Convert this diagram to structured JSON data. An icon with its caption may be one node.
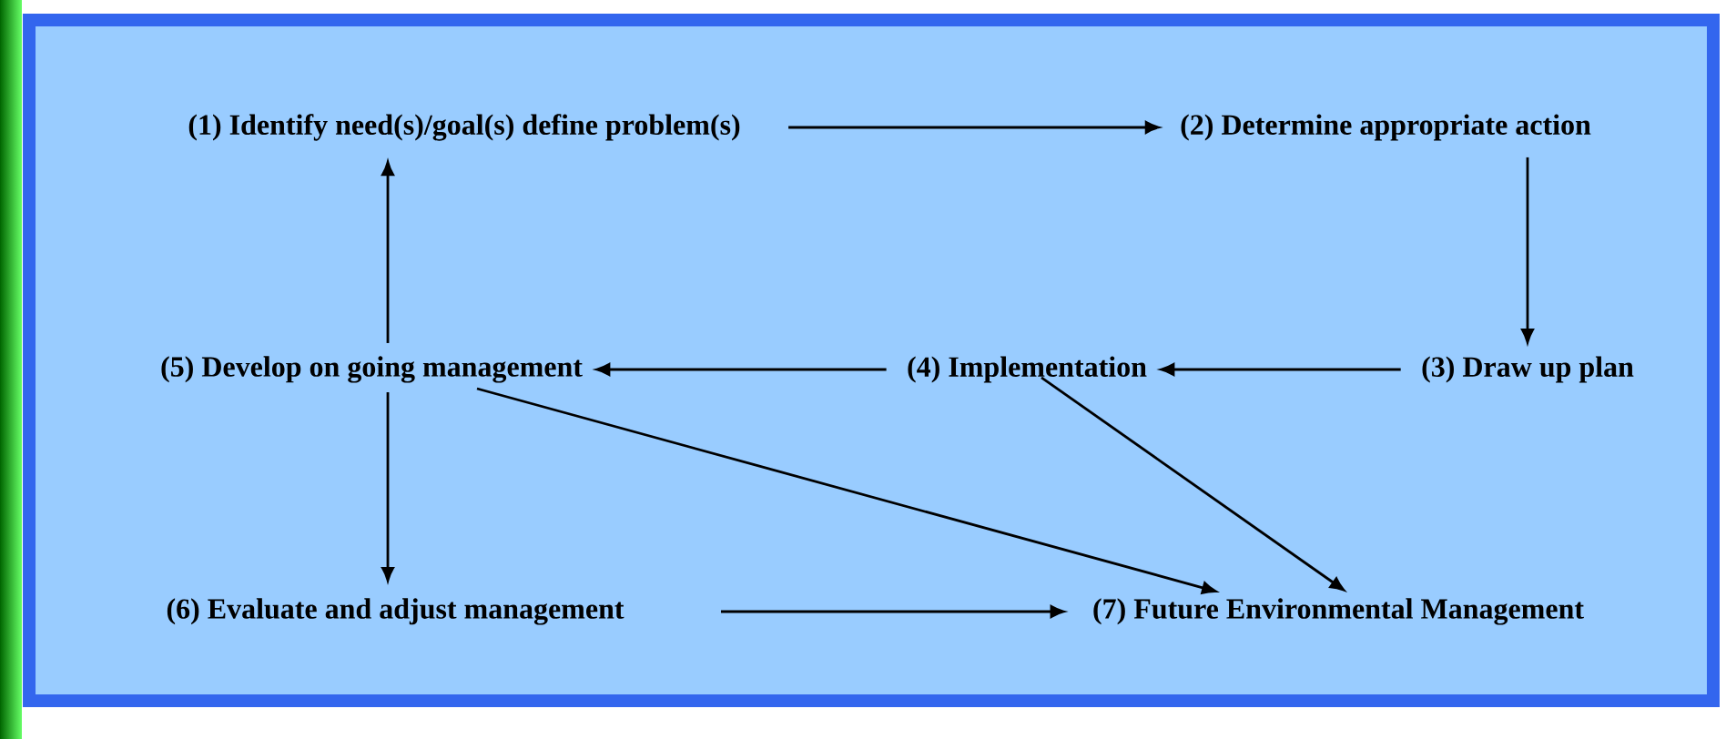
{
  "diagram": {
    "nodes": [
      {
        "text": [
          "(1) Identify need(s)/goal(s) define problem(s)"
        ]
      },
      {
        "text": [
          "(2) Determine appropriate action"
        ]
      },
      {
        "text": [
          "(3) Draw up plan"
        ]
      },
      {
        "text": [
          "(4) Implementation"
        ]
      },
      {
        "text": [
          "(5) Develop on going management"
        ]
      },
      {
        "text": [
          "(6) Evaluate and adjust management"
        ]
      },
      {
        "text": [
          "(7) Future Environmental Management"
        ]
      }
    ],
    "edges": [
      {
        "from": 0,
        "to": 1,
        "arrow": "to"
      },
      {
        "from": 1,
        "to": 2,
        "arrow": "to"
      },
      {
        "from": 2,
        "to": 3,
        "arrow": "to"
      },
      {
        "from": 3,
        "to": 4,
        "arrow": "to"
      },
      {
        "from": 4,
        "to": 0,
        "arrow": "to"
      },
      {
        "from": 4,
        "to": 5,
        "arrow": "to"
      },
      {
        "from": 4,
        "to": 6,
        "arrow": "to"
      },
      {
        "from": 3,
        "to": 6,
        "arrow": "to"
      },
      {
        "from": 5,
        "to": 6,
        "arrow": "to"
      }
    ]
  }
}
